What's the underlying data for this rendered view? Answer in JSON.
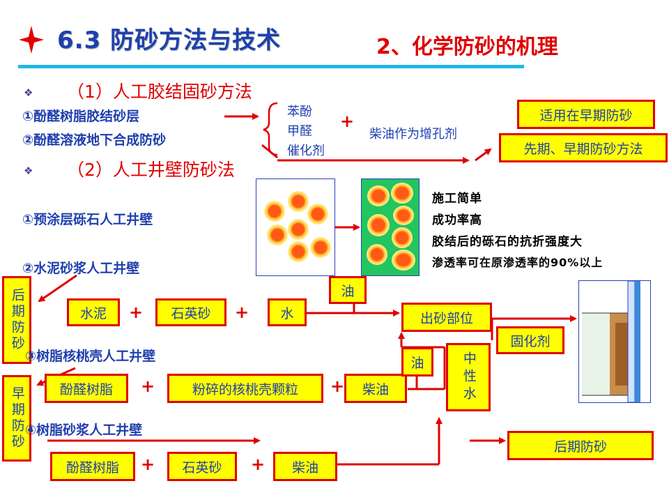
{
  "header": {
    "section_title": "6.3 防砂方法与技术",
    "subtitle": "2、化学防砂的机理"
  },
  "method1": {
    "heading": "（1）人工胶结固砂方法",
    "items": [
      "①酚醛树脂胶结砂层",
      "②酚醛溶液地下合成防砂"
    ],
    "components": [
      "苯酚",
      "甲醛",
      "催化剂"
    ],
    "additive": "柴油作为增孔剂",
    "result_boxes": [
      "适用在早期防砂",
      "先期、早期防砂方法"
    ]
  },
  "method2": {
    "heading": "（2）人工井壁防砂法",
    "item1": "①预涂层砾石人工井壁",
    "features": [
      "施工简单",
      "成功率高",
      "胶结后的砾石的抗折强度大",
      "渗透率可在原渗透率的90%以上"
    ],
    "item2": "②水泥砂浆人工井壁",
    "late_label": "后期防砂",
    "row_cement": [
      "水泥",
      "石英砂",
      "水"
    ],
    "oil_label": "油",
    "target": "出砂部位",
    "curing_agent": "固化剂",
    "item3": "③树脂核桃壳人工井壁",
    "early_label": "早期防砂",
    "row_walnut": [
      "酚醛树脂",
      "粉碎的核桃壳颗粒",
      "柴油"
    ],
    "oil_label2": "油",
    "neutral_water": "中性水",
    "item4": "④树脂砂浆人工井壁",
    "row_resin": [
      "酚醛树脂",
      "石英砂",
      "柴油"
    ],
    "late_result": "后期防砂"
  },
  "colors": {
    "accent_red": "#e00000",
    "box_fill": "#ffff00",
    "title_blue": "#1f3fae",
    "rule_cyan": "#22b7e6"
  }
}
